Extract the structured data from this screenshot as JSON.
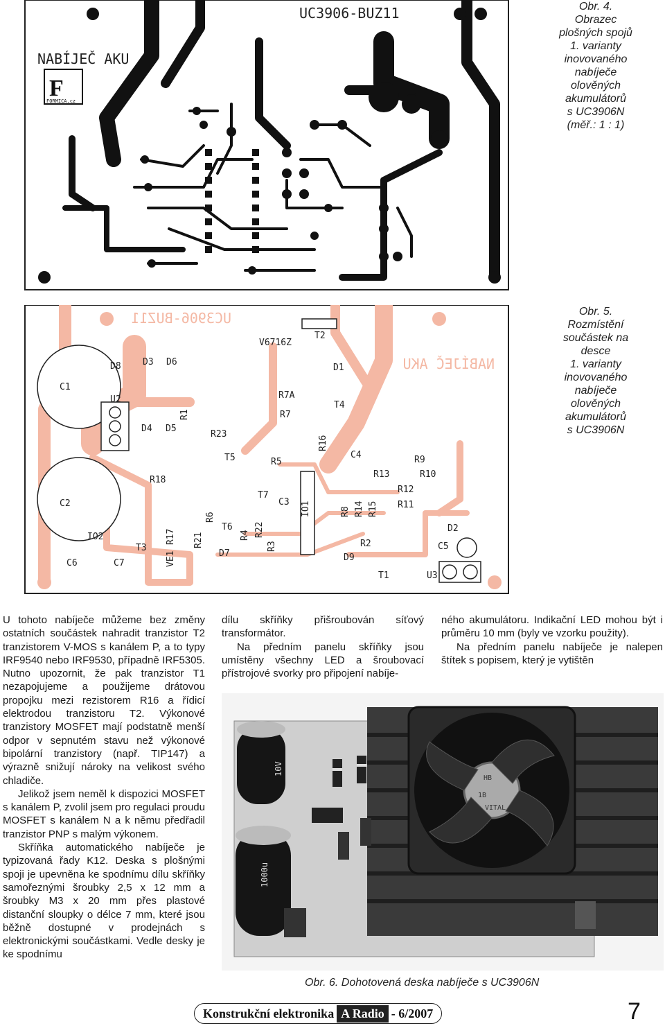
{
  "fig4": {
    "caption": "Obr. 4.\nObrazec\nplošných spojů\n1. varianty\ninovovaného\nnabíječe\nolověných\nakumulátorů\ns UC3906N\n(měř.: 1 : 1)",
    "board_title": "NABÍJEČ AKU",
    "board_code": "UC3906-BUZ11",
    "logo_letter": "F",
    "logo_text": "FORMICA.cz"
  },
  "fig5": {
    "caption": "Obr. 5.\nRozmístění\nsoučástek na\ndesce\n1. varianty\ninovovaného\nnabíječe\nolověných\nakumulátorů\ns UC3906N",
    "labels": [
      "C1",
      "D8",
      "D3",
      "D6",
      "U2",
      "D4",
      "D5",
      "R1",
      "R23",
      "V6716Z",
      "T2",
      "D1",
      "R7A",
      "R7",
      "T4",
      "R16",
      "T5",
      "R5",
      "C4",
      "R9",
      "R13",
      "R10",
      "R18",
      "C2",
      "T7",
      "C3",
      "IO1",
      "R8",
      "R14",
      "R15",
      "R12",
      "R11",
      "D2",
      "R6",
      "T6",
      "R4",
      "R22",
      "R21",
      "IO2",
      "T3",
      "VE1",
      "R17",
      "C6",
      "C7",
      "D7",
      "R3",
      "R2",
      "D9",
      "C5",
      "T1",
      "U3"
    ],
    "mirrored_title": "NABÍJEČ AKU",
    "mirrored_code": "UC3906-BUZ11"
  },
  "text": {
    "col1": [
      "U tohoto nabíječe můžeme bez změny ostatních součástek nahradit tranzistor T2 tranzistorem V-MOS s kanálem P, a to typy IRF9540 nebo IRF9530, případně IRF5305. Nutno upozornit, že pak tranzistor T1 nezapojujeme a použijeme drátovou propojku mezi rezistorem R16 a řídicí elektrodou tranzistoru T2. Výkonové tranzistory MOSFET mají podstatně menší odpor v sepnutém stavu než výkonové bipolární tranzistory (např. TIP147) a výrazně snižují nároky na velikost svého chladiče.",
      "Jelikož jsem neměl k dispozici MOSFET s kanálem P, zvolil jsem pro regulaci proudu MOSFET s kanálem N a k němu předřadil tranzistor PNP s malým výkonem.",
      "Skříňka automatického nabíječe je typizovaná řady K12. Deska s plošnými spoji je upevněna ke spodnímu dílu skříňky samořeznými šroubky 2,5 x 12 mm a šroubky M3 x 20 mm přes plastové distanční sloupky o délce 7 mm, které jsou běžně dostupné v prodejnách s elektronickými součástkami. Vedle desky je ke spodnímu"
    ],
    "col2": [
      "dílu skříňky přišroubován síťový transformátor.",
      "Na předním panelu skříňky jsou umístěny všechny LED a šroubovací přístrojové svorky pro připojení nabíje-"
    ],
    "col3": [
      "ného akumulátoru. Indikační LED mohou být i průměru 10 mm (byly ve vzorku použity).",
      "Na předním panelu nabíječe je nalepen štítek s popisem, který je vytištěn"
    ]
  },
  "fig6": {
    "caption": "Obr. 6. Dohotovená deska nabíječe s UC3906N",
    "photo_print": [
      "1000u",
      "10V",
      "HB",
      "1B",
      "VITAL"
    ]
  },
  "footer": {
    "left": "Konstrukční elektronika",
    "mid": "A Radio",
    "right": "- 6/2007",
    "page": "7"
  },
  "colors": {
    "copper": "#1a1a1a",
    "silk_fill": "#f4b8a4",
    "ink": "#111111"
  }
}
